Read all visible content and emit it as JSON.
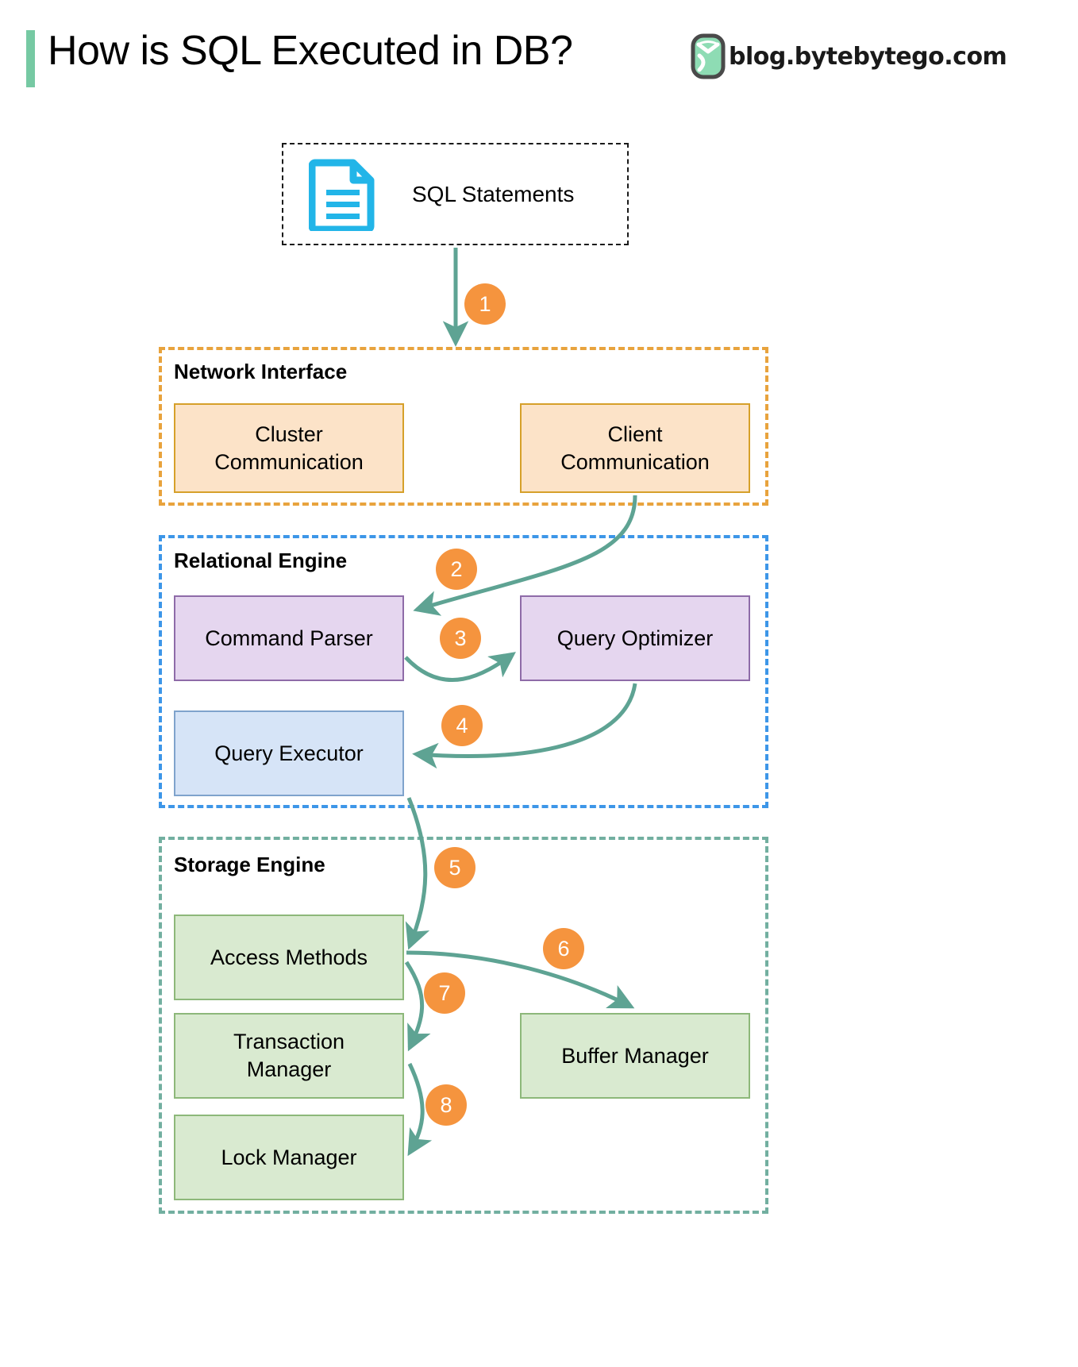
{
  "header": {
    "title": "How is SQL Executed in DB?",
    "brand_text": "blog.bytebytego.com",
    "accent_color": "#76C9A3"
  },
  "source": {
    "label": "SQL Statements",
    "icon": "document-icon",
    "icon_color": "#22B5E8",
    "border_style": "dashed",
    "border_color": "#1a1a1a"
  },
  "groups": [
    {
      "id": "network-interface",
      "label": "Network Interface",
      "border_color": "#E8A33D",
      "nodes": [
        {
          "id": "cluster-communication",
          "label_lines": [
            "Cluster",
            "Communication"
          ],
          "fill": "#FCE3C8",
          "stroke": "#D6A02A"
        },
        {
          "id": "client-communication",
          "label_lines": [
            "Client",
            "Communication"
          ],
          "fill": "#FCE3C8",
          "stroke": "#D6A02A"
        }
      ]
    },
    {
      "id": "relational-engine",
      "label": "Relational Engine",
      "border_color": "#3D96E8",
      "nodes": [
        {
          "id": "command-parser",
          "label_lines": [
            "Command Parser"
          ],
          "fill": "#E5D6EF",
          "stroke": "#8E6BA8"
        },
        {
          "id": "query-optimizer",
          "label_lines": [
            "Query Optimizer"
          ],
          "fill": "#E5D6EF",
          "stroke": "#8E6BA8"
        },
        {
          "id": "query-executor",
          "label_lines": [
            "Query Executor"
          ],
          "fill": "#D6E4F7",
          "stroke": "#7FA3CC"
        }
      ]
    },
    {
      "id": "storage-engine",
      "label": "Storage Engine",
      "border_color": "#72AFA0",
      "nodes": [
        {
          "id": "access-methods",
          "label_lines": [
            "Access Methods"
          ],
          "fill": "#D9EAD0",
          "stroke": "#8DB87A"
        },
        {
          "id": "transaction-manager",
          "label_lines": [
            "Transaction",
            "Manager"
          ],
          "fill": "#D9EAD0",
          "stroke": "#8DB87A"
        },
        {
          "id": "lock-manager",
          "label_lines": [
            "Lock Manager"
          ],
          "fill": "#D9EAD0",
          "stroke": "#8DB87A"
        },
        {
          "id": "buffer-manager",
          "label_lines": [
            "Buffer Manager"
          ],
          "fill": "#D9EAD0",
          "stroke": "#8DB87A"
        }
      ]
    }
  ],
  "steps": [
    {
      "number": "1",
      "from": "sql-statements",
      "to": "network-interface"
    },
    {
      "number": "2",
      "from": "client-communication",
      "to": "command-parser"
    },
    {
      "number": "3",
      "from": "command-parser",
      "to": "query-optimizer"
    },
    {
      "number": "4",
      "from": "query-optimizer",
      "to": "query-executor"
    },
    {
      "number": "5",
      "from": "query-executor",
      "to": "access-methods"
    },
    {
      "number": "6",
      "from": "access-methods",
      "to": "buffer-manager"
    },
    {
      "number": "7",
      "from": "access-methods",
      "to": "transaction-manager"
    },
    {
      "number": "8",
      "from": "transaction-manager",
      "to": "lock-manager"
    }
  ],
  "arrow_color": "#5EA393"
}
